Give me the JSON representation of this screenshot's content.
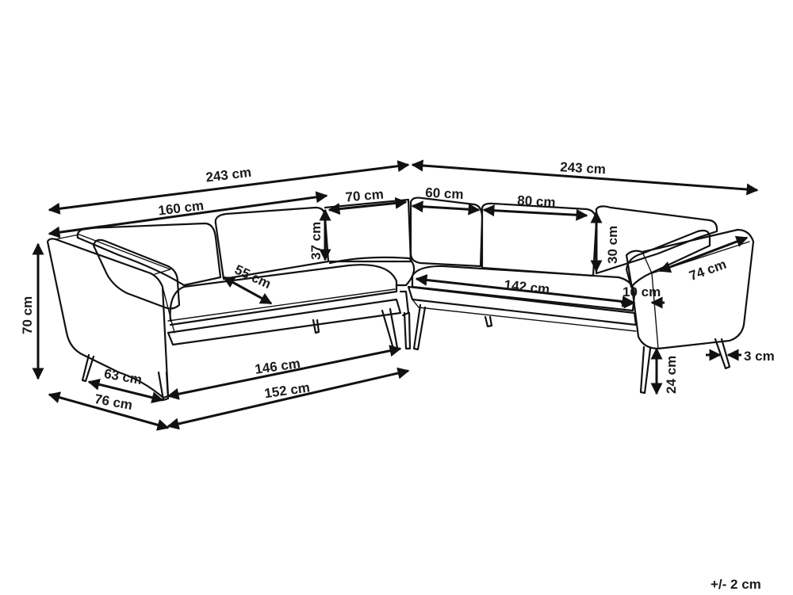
{
  "colors": {
    "line": "#111111",
    "text": "#1a1a1a",
    "background": "#ffffff"
  },
  "dimensions": {
    "total_left": "243 cm",
    "total_right": "243 cm",
    "left_sofa_length": "160 cm",
    "corner_left": "70 cm",
    "corner_right": "60 cm",
    "right_section": "80 cm",
    "backrest_height": "37 cm",
    "cushion_height": "30 cm",
    "seat_depth": "55 cm",
    "armrest_depth": "74 cm",
    "right_seat_width": "142 cm",
    "armrest_width": "10 cm",
    "total_height": "70 cm",
    "leg_width": "3 cm",
    "leg_height": "24 cm",
    "seat_width": "146 cm",
    "inner_depth": "63 cm",
    "base_width": "152 cm",
    "total_depth": "76 cm"
  },
  "tolerance": "+/- 2 cm"
}
